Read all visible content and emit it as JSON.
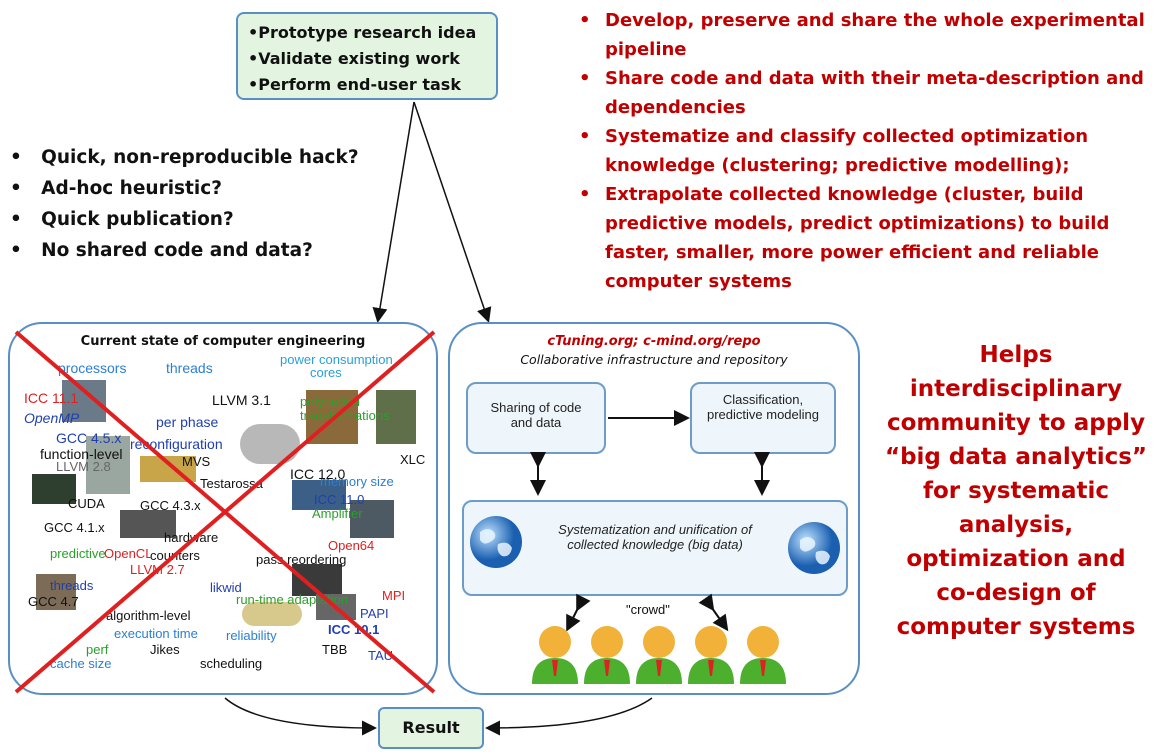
{
  "top_box": {
    "items": [
      "•Prototype research idea",
      "•Validate existing work",
      "•Perform end-user task"
    ]
  },
  "questions": {
    "items": [
      "Quick, non-reproducible hack?",
      "Ad-hoc heuristic?",
      "Quick publication?",
      "No shared code and data?"
    ]
  },
  "goals": {
    "items": [
      "Develop, preserve and share the whole experimental pipeline",
      "Share code and data with their meta-description and dependencies",
      "Systematize and classify collected optimization knowledge (clustering; predictive modelling);",
      "Extrapolate collected knowledge (cluster, build predictive models, predict optimizations) to build faster, smaller, more power efficient and reliable computer systems"
    ]
  },
  "left_panel": {
    "title": "Current state of computer engineering",
    "words": [
      "processors",
      "threads",
      "power consumption",
      "cores",
      "ICC 11.1",
      "LLVM 3.1",
      "polyhedral",
      "transformations",
      "OpenMP",
      "per phase",
      "GCC 4.5.x",
      "reconfiguration",
      "function-level",
      "LLVM 2.8",
      "MVS",
      "XLC",
      "Testarossa",
      "ICC 12.0",
      "memory size",
      "CUDA",
      "GCC 4.3.x",
      "ICC 11.0",
      "Amplifier",
      "GCC 4.1.x",
      "hardware",
      "counters",
      "predictive",
      "LLVM 2.7",
      "OpenCL",
      "Open64",
      "pass reordering",
      "GCC 4.7",
      "threads",
      "likwid",
      "MPI",
      "run-time adaptation",
      "PAPI",
      "algorithm-level",
      "execution time",
      "reliability",
      "ICC 10.1",
      "perf",
      "cache size",
      "Jikes",
      "scheduling",
      "TBB",
      "TAU"
    ]
  },
  "right_panel": {
    "header": "cTuning.org;   c-mind.org/repo",
    "subtitle": "Collaborative infrastructure and repository",
    "sharing": "Sharing of code and data",
    "classification": "Classification, predictive modeling",
    "systematization": "Systematization and unification of collected knowledge (big data)",
    "crowd": "\"crowd\""
  },
  "helps": {
    "lines": [
      "Helps",
      "interdisciplinary",
      "community to apply",
      "“big data analytics”",
      "for systematic",
      "analysis,",
      "optimization and",
      "co-design of",
      "computer systems"
    ]
  },
  "result": {
    "label": "Result"
  },
  "colors": {
    "goal_red": "#c00000",
    "box_green": "#e3f5e0",
    "border_blue": "#5a8fc4",
    "cross_red": "#e02020"
  },
  "icons": [
    "globe-icon",
    "person-icon"
  ]
}
